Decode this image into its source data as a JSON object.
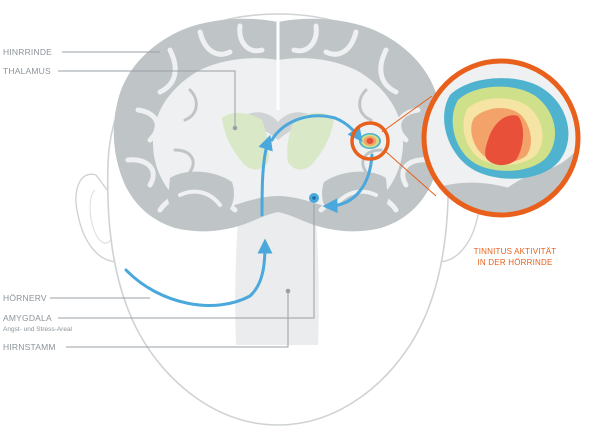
{
  "labels": {
    "cortex": "HINRRINDE",
    "thalamus": "THALAMUS",
    "auditory_nerve": "HÖRNERV",
    "amygdala": "AMYGDALA",
    "amygdala_sub": "Angst- und Stress-Areal",
    "brainstem": "HIRNSTAMM",
    "tinnitus_line1": "TINNITUS AKTIVITÄT",
    "tinnitus_line2": "IN DER HÖRRINDE"
  },
  "colors": {
    "pathway": "#4aa8dc",
    "highlight": "#e8601c",
    "thalamus": "#d9e8c6",
    "cortex_fold": "#bfc4c7",
    "head_outline": "#cfd3d5",
    "leader": "#9aa0a4"
  }
}
